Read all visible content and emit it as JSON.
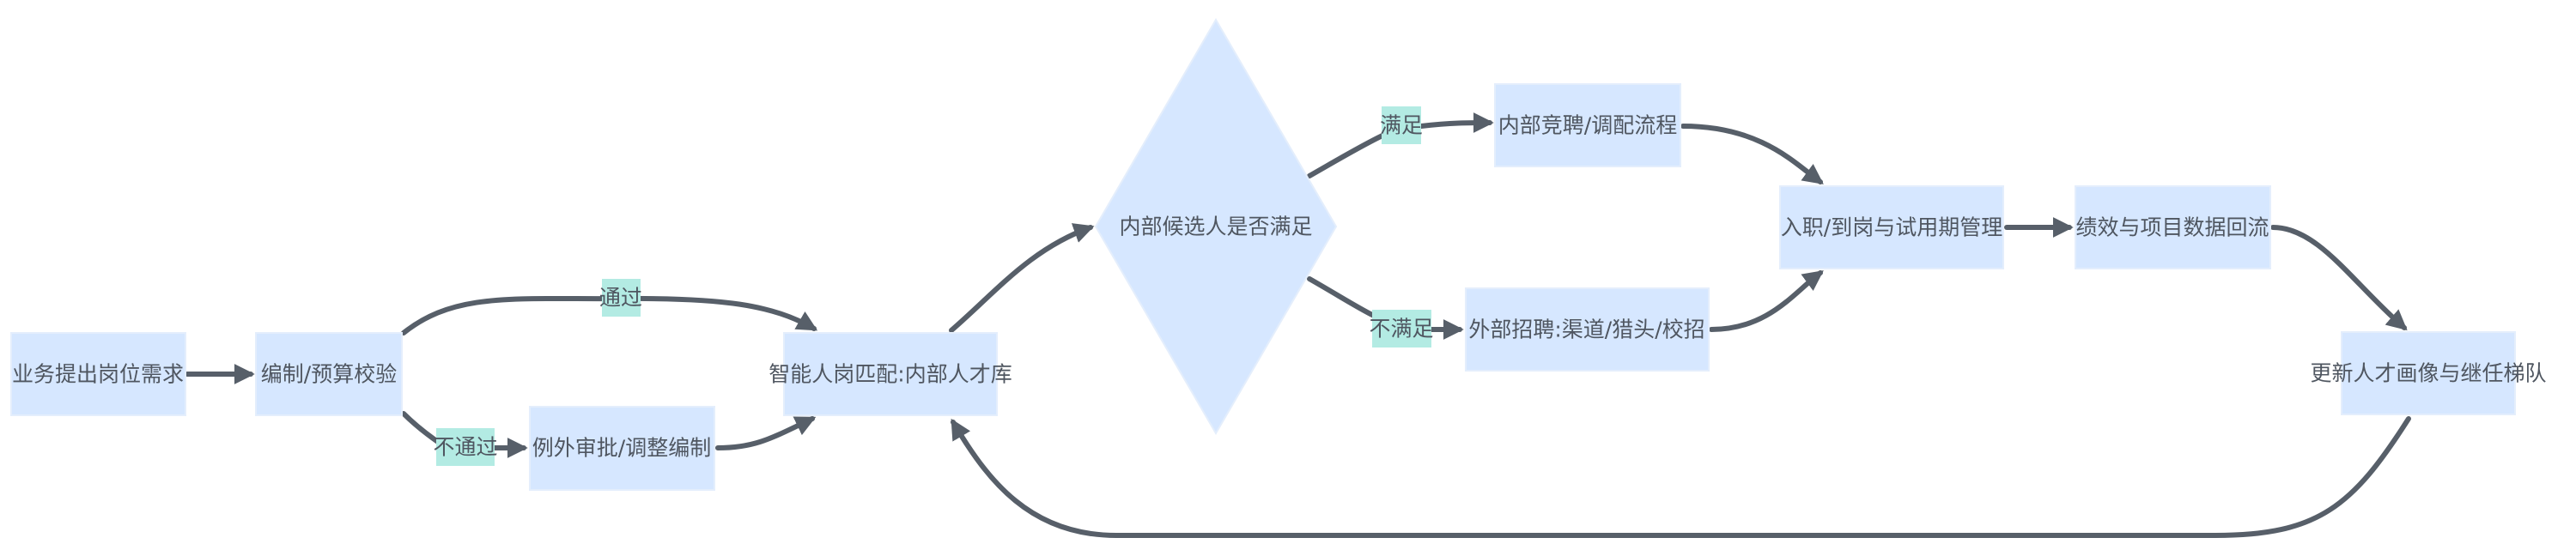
{
  "nodes": {
    "request": "业务提出岗位需求",
    "budget_check": "编制/预算校验",
    "exception": "例外审批/调整编制",
    "matching": "智能人岗匹配:内部人才库",
    "decision": "内部候选人是否满足",
    "internal": "内部竞聘/调配流程",
    "external": "外部招聘:渠道/猎头/校招",
    "onboarding": "入职/到岗与试用期管理",
    "performance": "绩效与项目数据回流",
    "update": "更新人才画像与继任梯队"
  },
  "edge_labels": {
    "pass": "通过",
    "fail": "不通过",
    "yes": "满足",
    "no": "不满足"
  },
  "colors": {
    "node_fill": "#d6e7ff",
    "label_fill": "#b3ebe3",
    "edge": "#575f69",
    "text": "#4f5660"
  }
}
